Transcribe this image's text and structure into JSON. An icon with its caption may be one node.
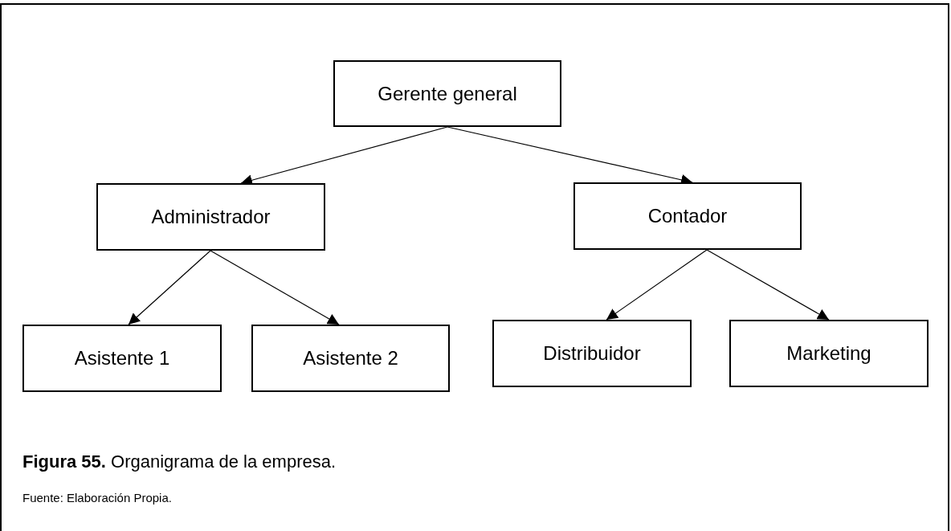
{
  "diagram": {
    "caption": "**Figura 55.** Organigrama de la empresa.",
    "nodes": [
      {
        "text": [
          "Gerente general"
        ]
      },
      {
        "text": [
          "Administrador"
        ]
      },
      {
        "text": [
          "Contador"
        ]
      },
      {
        "text": [
          "Asistente 1"
        ]
      },
      {
        "text": [
          "Asistente 2"
        ]
      },
      {
        "text": [
          "Distribuidor"
        ]
      },
      {
        "text": [
          "Marketing"
        ]
      }
    ],
    "edges": [
      {
        "from": 0,
        "to": 1,
        "arrow": "to"
      },
      {
        "from": 0,
        "to": 2,
        "arrow": "to"
      },
      {
        "from": 1,
        "to": 3,
        "arrow": "to"
      },
      {
        "from": 1,
        "to": 4,
        "arrow": "to"
      },
      {
        "from": 2,
        "to": 5,
        "arrow": "to"
      },
      {
        "from": 2,
        "to": 6,
        "arrow": "to"
      }
    ],
    "labels": [
      "Fuente: Elaboración Propia."
    ]
  }
}
